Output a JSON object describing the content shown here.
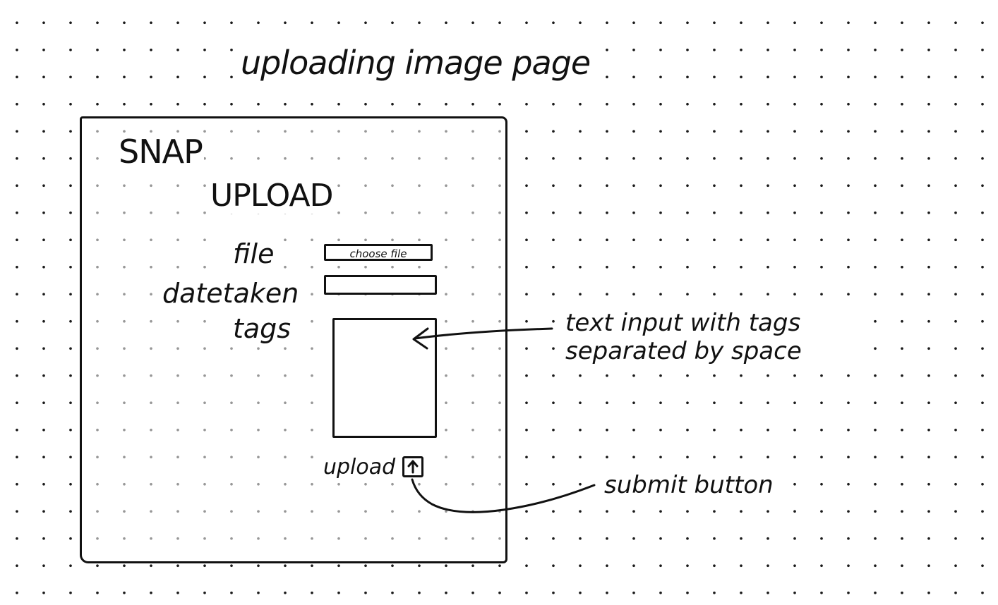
{
  "sketch": {
    "heading": "uploading image page"
  },
  "app": {
    "brand": "SNAP",
    "page_title": "UPLOAD"
  },
  "form": {
    "file_label": "file",
    "file_button_label": "choose file",
    "date_label": "datetaken",
    "date_value": "",
    "tags_label": "tags",
    "tags_value": "",
    "submit_label": "upload",
    "submit_icon": "upload-arrow-icon"
  },
  "annotations": {
    "tags_note": "text input with tags separated by space",
    "submit_note": "submit button"
  },
  "colors": {
    "ink": "#111111",
    "paper": "#ffffff"
  }
}
